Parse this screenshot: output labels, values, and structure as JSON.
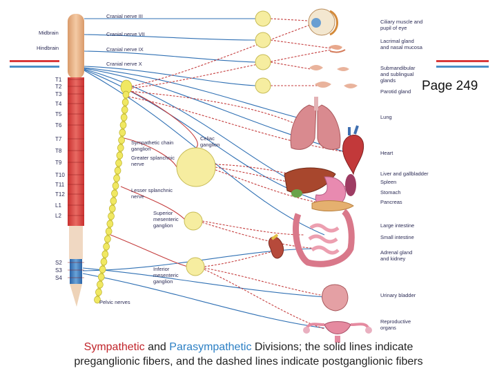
{
  "colors": {
    "preganglionic_parasympathetic": "#2e6fb3",
    "postganglionic": "#c43c3c",
    "sympathetic_chain": "#e6e05a",
    "ganglion_fill": "#f6eda0",
    "accent_red": "#d9383a",
    "accent_blue": "#4a90c8"
  },
  "page_number": "Page 249",
  "cranial_nerves": [
    "Cranial nerve III",
    "Cranial nerve VII",
    "Cranial nerve IX",
    "Cranial nerve X"
  ],
  "spinal_regions": [
    "Midbrain",
    "Hindbrain"
  ],
  "vertebral_levels": [
    "T1",
    "T2",
    "T3",
    "T4",
    "T5",
    "T6",
    "T7",
    "T8",
    "T9",
    "T10",
    "T11",
    "T12",
    "L1",
    "L2",
    "S2",
    "S3",
    "S4"
  ],
  "ganglion_labels": {
    "sympathetic_chain": [
      "Sympathetic chain",
      "ganglion"
    ],
    "greater_splanchnic": [
      "Greater splanchnic",
      "nerve"
    ],
    "celiac": [
      "Celiac",
      "ganglion"
    ],
    "lesser_splanchnic": [
      "Lesser splanchnic",
      "nerve"
    ],
    "superior_mesenteric": [
      "Superior",
      "mesenteric",
      "ganglion"
    ],
    "inferior_mesenteric": [
      "Inferior",
      "mesenteric",
      "ganglion"
    ],
    "pelvic_nerves": "Pelvic nerves"
  },
  "organs": [
    [
      "Ciliary muscle and",
      "pupil of eye"
    ],
    [
      "Lacrimal gland",
      "and nasal mucosa"
    ],
    [
      "Submandibular",
      "and sublingual",
      "glands"
    ],
    [
      "Parotid gland"
    ],
    [
      "Lung"
    ],
    [
      "Heart"
    ],
    [
      "Liver and gallbladder"
    ],
    [
      "Spleen"
    ],
    [
      "Stomach"
    ],
    [
      "Pancreas"
    ],
    [
      "Large intestine"
    ],
    [
      "Small intestine"
    ],
    [
      "Adrenal gland",
      "and kidney"
    ],
    [
      "Urinary bladder"
    ],
    [
      "Reproductive",
      "organs"
    ]
  ],
  "caption": {
    "sympathetic": "Sympathetic",
    "and": " and ",
    "parasympathetic": "Parasympathetic",
    "rest_line1": " Divisions; the solid lines indicate",
    "line2": "preganglionic fibers, and the dashed lines indicate postganglionic fibers"
  }
}
